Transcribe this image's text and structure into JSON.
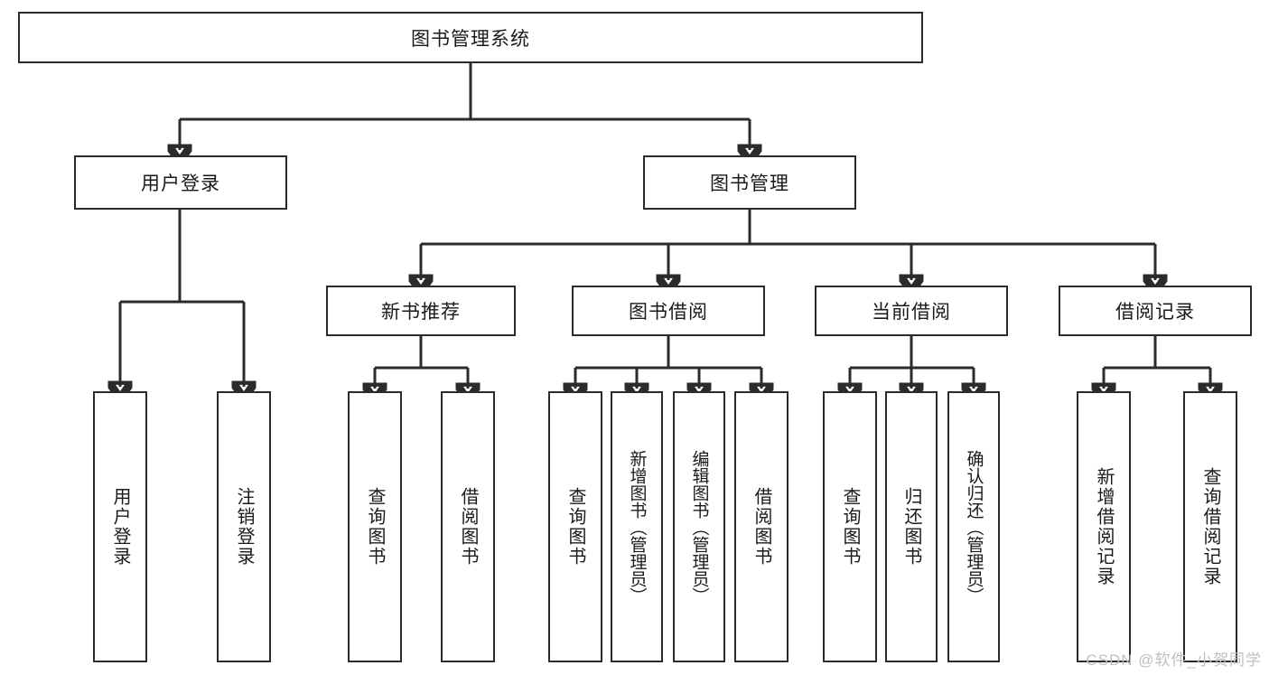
{
  "diagram": {
    "title": "图书管理系统",
    "type": "tree",
    "watermark": "CSDN @软件_小贺同学",
    "colors": {
      "stroke": "#2b2b2b",
      "box_fill": "#ffffff",
      "text": "#1a1a1a",
      "watermark": "#bfbfbf",
      "background": "#ffffff"
    },
    "root": {
      "label": "图书管理系统",
      "children": [
        {
          "label": "用户登录",
          "children": [
            {
              "label": "用户登录"
            },
            {
              "label": "注销登录"
            }
          ]
        },
        {
          "label": "图书管理",
          "children": [
            {
              "label": "新书推荐",
              "children": [
                {
                  "label": "查询图书"
                },
                {
                  "label": "借阅图书"
                }
              ]
            },
            {
              "label": "图书借阅",
              "children": [
                {
                  "label": "查询图书"
                },
                {
                  "label": "新增图书（管理员）"
                },
                {
                  "label": "编辑图书（管理员）"
                },
                {
                  "label": "借阅图书"
                }
              ]
            },
            {
              "label": "当前借阅",
              "children": [
                {
                  "label": "查询图书"
                },
                {
                  "label": "归还图书"
                },
                {
                  "label": "确认归还（管理员）"
                }
              ]
            },
            {
              "label": "借阅记录",
              "children": [
                {
                  "label": "新增借阅记录"
                },
                {
                  "label": "查询借阅记录"
                }
              ]
            }
          ]
        }
      ]
    },
    "nodes": {
      "root": "图书管理系统",
      "l1_user": "用户登录",
      "l1_book": "图书管理",
      "l2_newbook": "新书推荐",
      "l2_borrow": "图书借阅",
      "l2_current": "当前借阅",
      "l2_record": "借阅记录",
      "leaf_user_login": "用户登录",
      "leaf_user_logout": "注销登录",
      "leaf_new_query": "查询图书",
      "leaf_new_borrow": "借阅图书",
      "leaf_borrow_query": "查询图书",
      "leaf_borrow_add": "新增图书（管理员）",
      "leaf_borrow_edit": "编辑图书（管理员）",
      "leaf_borrow_borrow": "借阅图书",
      "leaf_cur_query": "查询图书",
      "leaf_cur_return": "归还图书",
      "leaf_cur_confirm": "确认归还（管理员）",
      "leaf_rec_add": "新增借阅记录",
      "leaf_rec_query": "查询借阅记录"
    }
  }
}
